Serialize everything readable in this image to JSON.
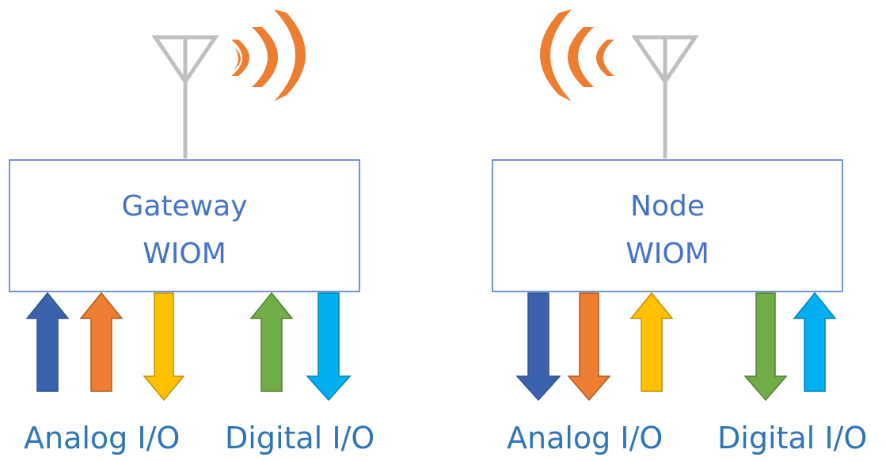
{
  "colors": {
    "box_border": "#4472C4",
    "box_text": "#4472C4",
    "label_text": "#2E75B6",
    "antenna": "#BFBFBF",
    "signal": "#ED7D31",
    "arrow_dark_blue": "#3A62AD",
    "arrow_orange": "#ED7D31",
    "arrow_yellow": "#FFC000",
    "arrow_green": "#70AD47",
    "arrow_light_blue": "#00B0F0"
  },
  "gateway": {
    "title_line1": "Gateway",
    "title_line2": "WIOM",
    "analog_label": "Analog I/O",
    "digital_label": "Digital I/O",
    "icons": [
      "antenna-icon",
      "signal-waves-icon"
    ],
    "arrow_directions": [
      "up",
      "up",
      "down",
      "up",
      "down"
    ]
  },
  "node": {
    "title_line1": "Node",
    "title_line2": "WIOM",
    "analog_label": "Analog I/O",
    "digital_label": "Digital I/O",
    "icons": [
      "antenna-icon",
      "signal-waves-icon"
    ],
    "arrow_directions": [
      "down",
      "down",
      "up",
      "down",
      "up"
    ]
  }
}
